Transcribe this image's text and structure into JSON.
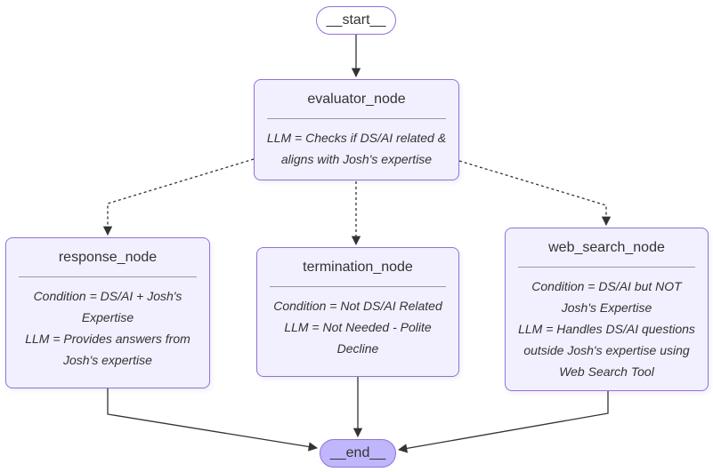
{
  "diagram": {
    "type": "flowchart",
    "colors": {
      "background": "#ffffff",
      "node_fill": "#f2f0ff",
      "node_border": "#9370db",
      "end_node_fill": "#bfb6fc",
      "text": "#333333",
      "edge": "#333333",
      "separator": "#9b96a8"
    },
    "nodes": {
      "start": {
        "label": "__start__"
      },
      "evaluator": {
        "title": "evaluator_node",
        "lines": [
          "LLM = Checks if DS/AI related &",
          "aligns with Josh's expertise"
        ]
      },
      "response": {
        "title": "response_node",
        "lines": [
          "Condition = DS/AI + Josh's",
          "Expertise",
          "LLM = Provides answers from",
          "Josh's expertise"
        ]
      },
      "termination": {
        "title": "termination_node",
        "lines": [
          "Condition = Not DS/AI Related",
          "LLM = Not Needed - Polite",
          "Decline"
        ]
      },
      "web_search": {
        "title": "web_search_node",
        "lines": [
          "Condition = DS/AI but NOT",
          "Josh's Expertise",
          "LLM = Handles DS/AI questions",
          "outside Josh's expertise using",
          "Web Search Tool"
        ]
      },
      "end": {
        "label": "__end__"
      }
    },
    "edges": [
      {
        "from": "__start__",
        "to": "evaluator_node",
        "style": "solid"
      },
      {
        "from": "evaluator_node",
        "to": "response_node",
        "style": "dotted"
      },
      {
        "from": "evaluator_node",
        "to": "termination_node",
        "style": "dotted"
      },
      {
        "from": "evaluator_node",
        "to": "web_search_node",
        "style": "dotted"
      },
      {
        "from": "response_node",
        "to": "__end__",
        "style": "solid"
      },
      {
        "from": "termination_node",
        "to": "__end__",
        "style": "solid"
      },
      {
        "from": "web_search_node",
        "to": "__end__",
        "style": "solid"
      }
    ]
  }
}
